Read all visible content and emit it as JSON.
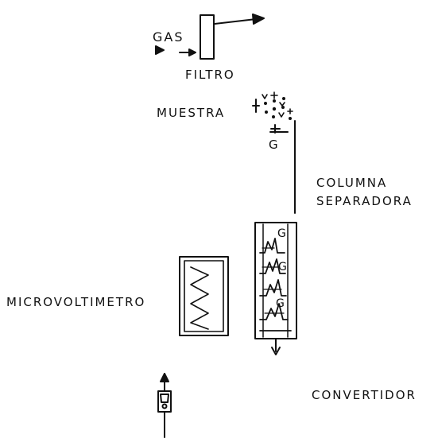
{
  "labels": {
    "gas": "GAS",
    "filtro": "FILTRO",
    "muestra": "MUESTRA",
    "g_sample": "G",
    "columna": "COLUMNA",
    "separadora": "SEPARADORA",
    "microvoltimetro": "MICROVOLTIMETRO",
    "convertidor": "CONVERTIDOR",
    "g_column": [
      "G",
      "G",
      "G"
    ]
  },
  "sample_symbols": [
    "v",
    "+",
    "•",
    "•",
    "•",
    "v",
    "•",
    "v",
    "•",
    "+"
  ],
  "colors": {
    "ink": "#111111",
    "background": "#ffffff"
  }
}
